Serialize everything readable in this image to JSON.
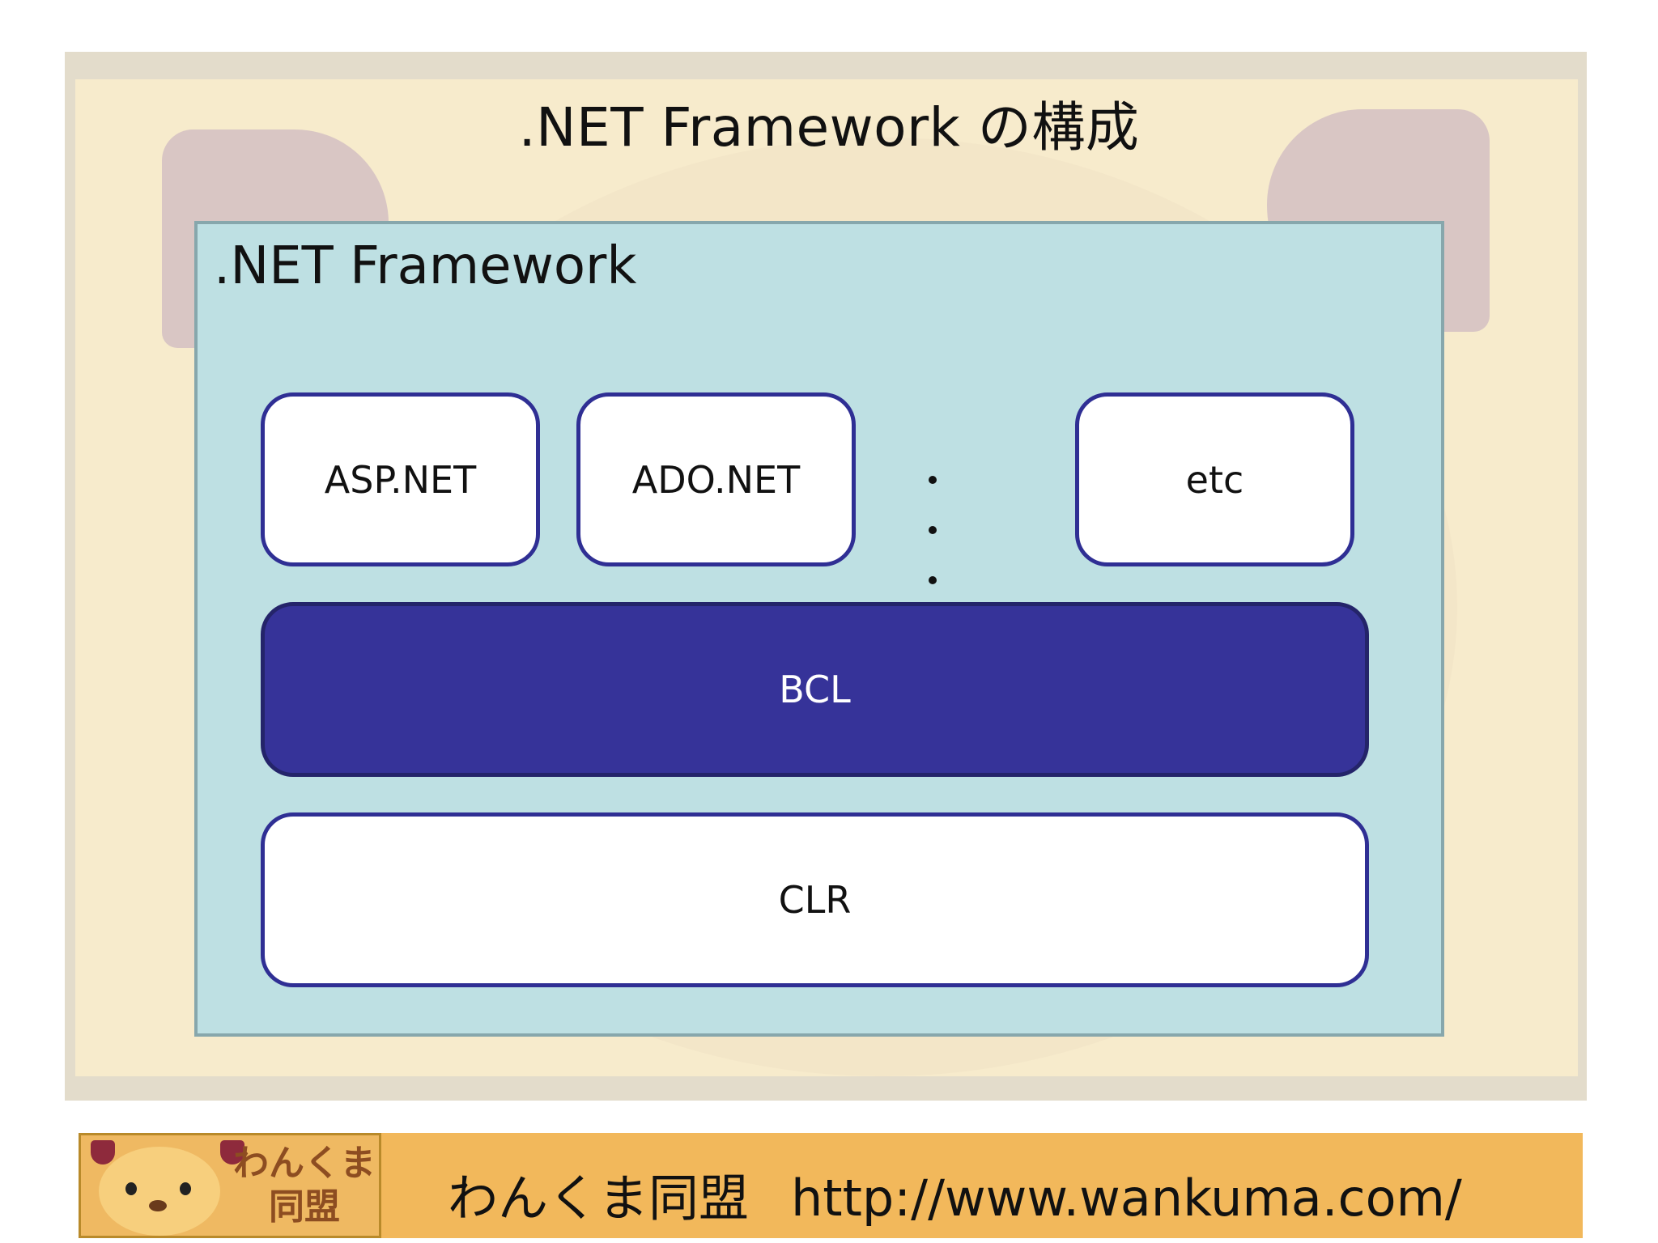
{
  "slide": {
    "title": ".NET Framework の構成"
  },
  "diagram": {
    "container_label": ".NET Framework",
    "components": {
      "asp": "ASP.NET",
      "ado": "ADO.NET",
      "etc": "etc",
      "bcl": "BCL",
      "clr": "CLR"
    },
    "colors": {
      "container_fill": "#bee0e3",
      "component_border": "#2f2f94",
      "bcl_fill": "#363399"
    }
  },
  "footer": {
    "logo_text_line1": "わんくま",
    "logo_text_line2": "同盟",
    "site_name": "わんくま同盟",
    "url": "http://www.wankuma.com/"
  }
}
